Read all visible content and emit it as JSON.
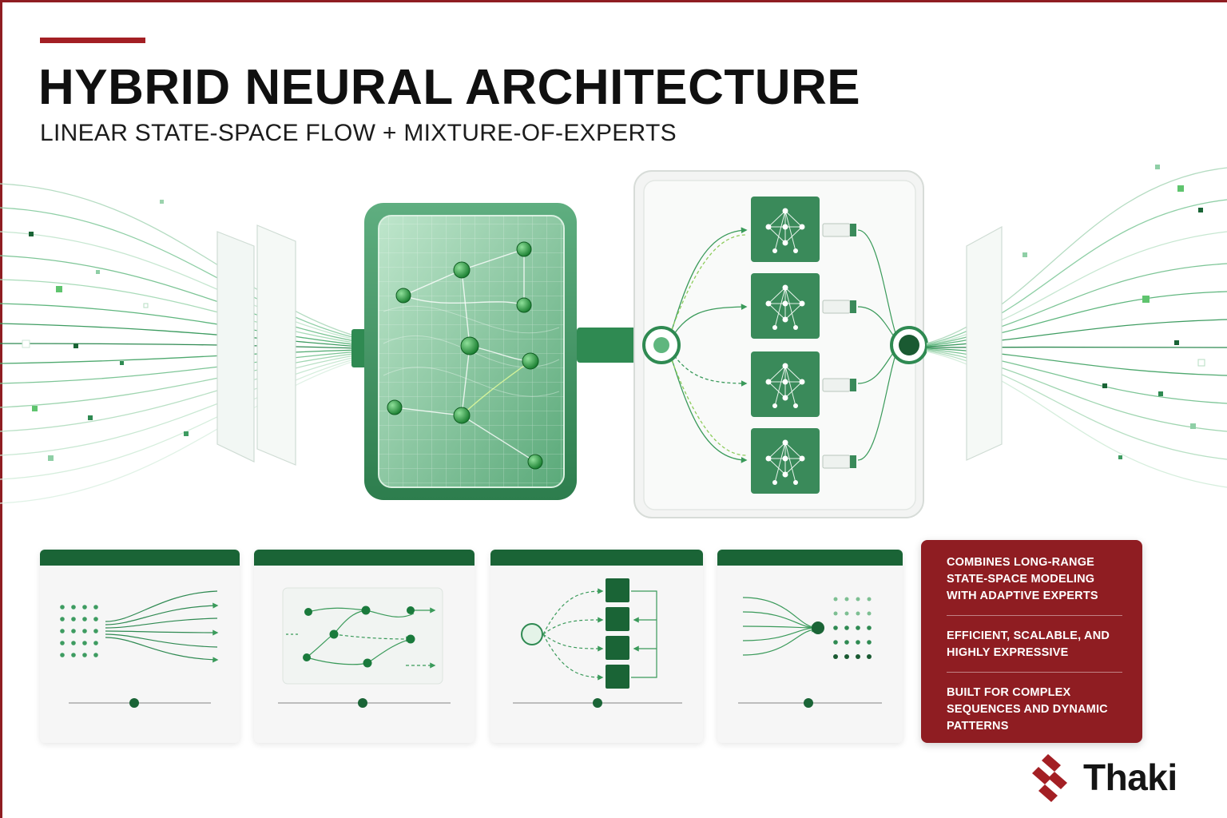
{
  "header": {
    "title": "HYBRID NEURAL ARCHITECTURE",
    "subtitle": "LINEAR STATE-SPACE FLOW + MIXTURE-OF-EXPERTS"
  },
  "colors": {
    "brand_red": "#8f1d22",
    "dark_green": "#1a6436",
    "mid_green": "#2f8a52",
    "light_green": "#9bd3ad",
    "card_bg": "#f6f6f6"
  },
  "icons": {
    "state_space_block": "node-graph-icon",
    "expert_block": "neural-net-icon",
    "router_node": "router-node-icon",
    "combiner_node": "combiner-node-icon"
  },
  "panels": [
    {
      "name": "input-stream-panel"
    },
    {
      "name": "state-space-panel"
    },
    {
      "name": "expert-routing-panel"
    },
    {
      "name": "output-merge-panel"
    }
  ],
  "info": {
    "items": [
      "COMBINES LONG-RANGE STATE-SPACE MODELING WITH ADAPTIVE EXPERTS",
      "EFFICIENT, SCALABLE, AND HIGHLY EXPRESSIVE",
      "BUILT FOR COMPLEX SEQUENCES AND DYNAMIC PATTERNS"
    ]
  },
  "brand": {
    "name": "Thaki"
  }
}
